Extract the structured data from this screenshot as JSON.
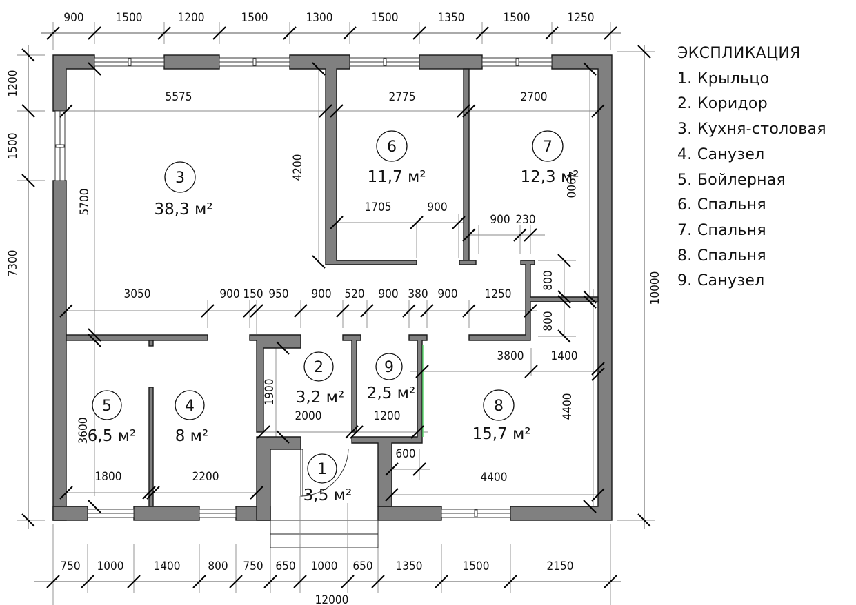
{
  "legend": {
    "title": "ЭКСПЛИКАЦИЯ",
    "items": [
      "1. Крыльцо",
      "2. Коридор",
      "3. Кухня-столовая",
      "4. Санузел",
      "5. Бойлерная",
      "6. Спальня",
      "7. Спальня",
      "8. Спальня",
      "9. Санузел"
    ]
  },
  "rooms": [
    {
      "number": "1",
      "area": "3,5 м²"
    },
    {
      "number": "2",
      "area": "3,2 м²"
    },
    {
      "number": "3",
      "area": "38,3 м²"
    },
    {
      "number": "4",
      "area": "8 м²"
    },
    {
      "number": "5",
      "area": "6,5 м²"
    },
    {
      "number": "6",
      "area": "11,7 м²"
    },
    {
      "number": "7",
      "area": "12,3 м²"
    },
    {
      "number": "8",
      "area": "15,7 м²"
    },
    {
      "number": "9",
      "area": "2,5 м²"
    }
  ],
  "dimensions": {
    "top": [
      "900",
      "1500",
      "1200",
      "1500",
      "1300",
      "1500",
      "1350",
      "1500",
      "1250"
    ],
    "bottom": [
      "750",
      "1000",
      "1400",
      "800",
      "750",
      "650",
      "1000",
      "650",
      "1350",
      "1500",
      "2150"
    ],
    "bottom_total": "12000",
    "left": [
      "1200",
      "1500",
      "7300"
    ],
    "right_total": "10000",
    "interior": {
      "room3_width": "5575",
      "room3_height": "5700",
      "room3_right": "4200",
      "room6_width": "2775",
      "room6_a": "1705",
      "room6_b": "900",
      "room7_width": "2700",
      "room7_height": "4900",
      "room7_door": "900",
      "room7_b": "230",
      "corridor": [
        "3050",
        "900",
        "150",
        "950",
        "900",
        "520",
        "900",
        "380",
        "900",
        "1250"
      ],
      "closet_upper": "800",
      "closet_lower": "800",
      "room8_a": "3800",
      "room8_b": "1400",
      "room8_height": "4400",
      "room8_width": "4400",
      "room8_notch": "600",
      "room5_height": "3600",
      "room5_width": "1800",
      "room4_width": "2200",
      "room2_height": "1900",
      "room2_width": "2000",
      "room9_width": "1200"
    }
  }
}
